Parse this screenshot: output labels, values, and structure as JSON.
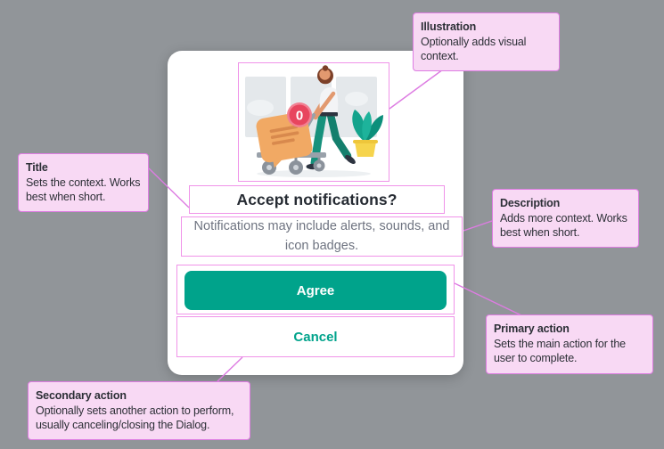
{
  "colors": {
    "background": "#919599",
    "annotation_magenta": "#de7ce2",
    "annotation_fill": "#f8d9f4",
    "primary_teal": "#00a38b",
    "badge_red": "#e8455e",
    "message_orange": "#f1a964"
  },
  "dialog": {
    "illustration": {
      "name": "man-pushing-cart-with-message-and-notification-badge",
      "badge_count": "0"
    },
    "title": "Accept notifications?",
    "description": "Notifications may include alerts, sounds, and icon badges.",
    "primary_action_label": "Agree",
    "secondary_action_label": "Cancel"
  },
  "callouts": [
    {
      "id": "illustration",
      "title": "Illustration",
      "body": "Optionally adds visual context."
    },
    {
      "id": "title",
      "title": "Title",
      "body": "Sets the context. Works best when short."
    },
    {
      "id": "description",
      "title": "Description",
      "body": "Adds more context. Works best when short."
    },
    {
      "id": "primary",
      "title": "Primary action",
      "body": "Sets the main action for the user to complete."
    },
    {
      "id": "secondary",
      "title": "Secondary action",
      "body": "Optionally sets another action to perform, usually canceling/closing the Dialog."
    }
  ]
}
